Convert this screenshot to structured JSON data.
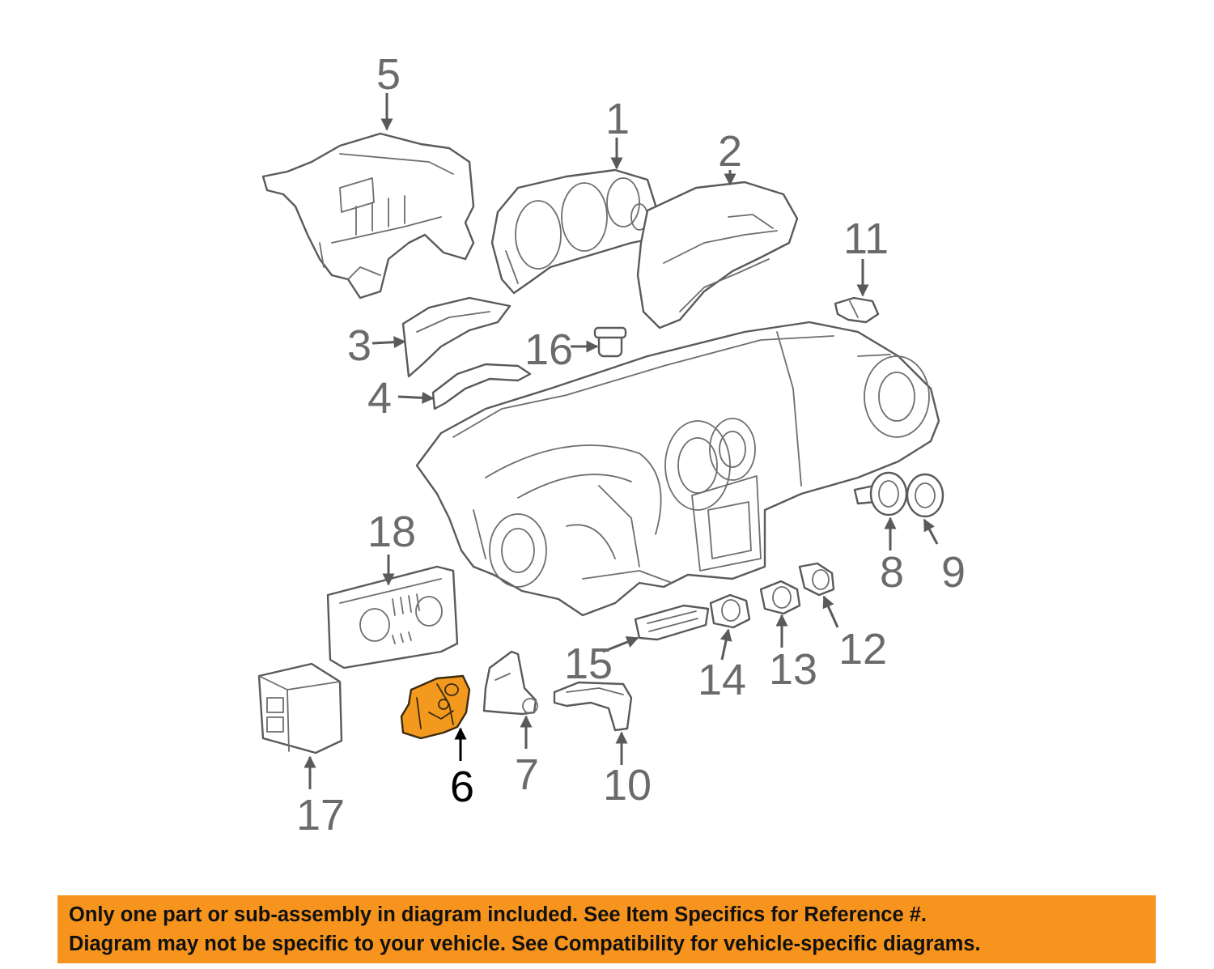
{
  "diagram": {
    "callouts": [
      {
        "id": "1",
        "label": "1",
        "highlighted": false
      },
      {
        "id": "2",
        "label": "2",
        "highlighted": false
      },
      {
        "id": "3",
        "label": "3",
        "highlighted": false
      },
      {
        "id": "4",
        "label": "4",
        "highlighted": false
      },
      {
        "id": "5",
        "label": "5",
        "highlighted": false
      },
      {
        "id": "6",
        "label": "6",
        "highlighted": true
      },
      {
        "id": "7",
        "label": "7",
        "highlighted": false
      },
      {
        "id": "8",
        "label": "8",
        "highlighted": false
      },
      {
        "id": "9",
        "label": "9",
        "highlighted": false
      },
      {
        "id": "10",
        "label": "10",
        "highlighted": false
      },
      {
        "id": "11",
        "label": "11",
        "highlighted": false
      },
      {
        "id": "12",
        "label": "12",
        "highlighted": false
      },
      {
        "id": "13",
        "label": "13",
        "highlighted": false
      },
      {
        "id": "14",
        "label": "14",
        "highlighted": false
      },
      {
        "id": "15",
        "label": "15",
        "highlighted": false
      },
      {
        "id": "16",
        "label": "16",
        "highlighted": false
      },
      {
        "id": "17",
        "label": "17",
        "highlighted": false
      },
      {
        "id": "18",
        "label": "18",
        "highlighted": false
      }
    ],
    "highlight_color": "#f39a1e",
    "line_color": "#5a5a5a"
  },
  "banner": {
    "line1": "Only one part or sub-assembly in diagram included. See Item Specifics for Reference #.",
    "line2": "Diagram may not be specific to your vehicle. See Compatibility for vehicle-specific diagrams.",
    "background": "#f7941d"
  }
}
